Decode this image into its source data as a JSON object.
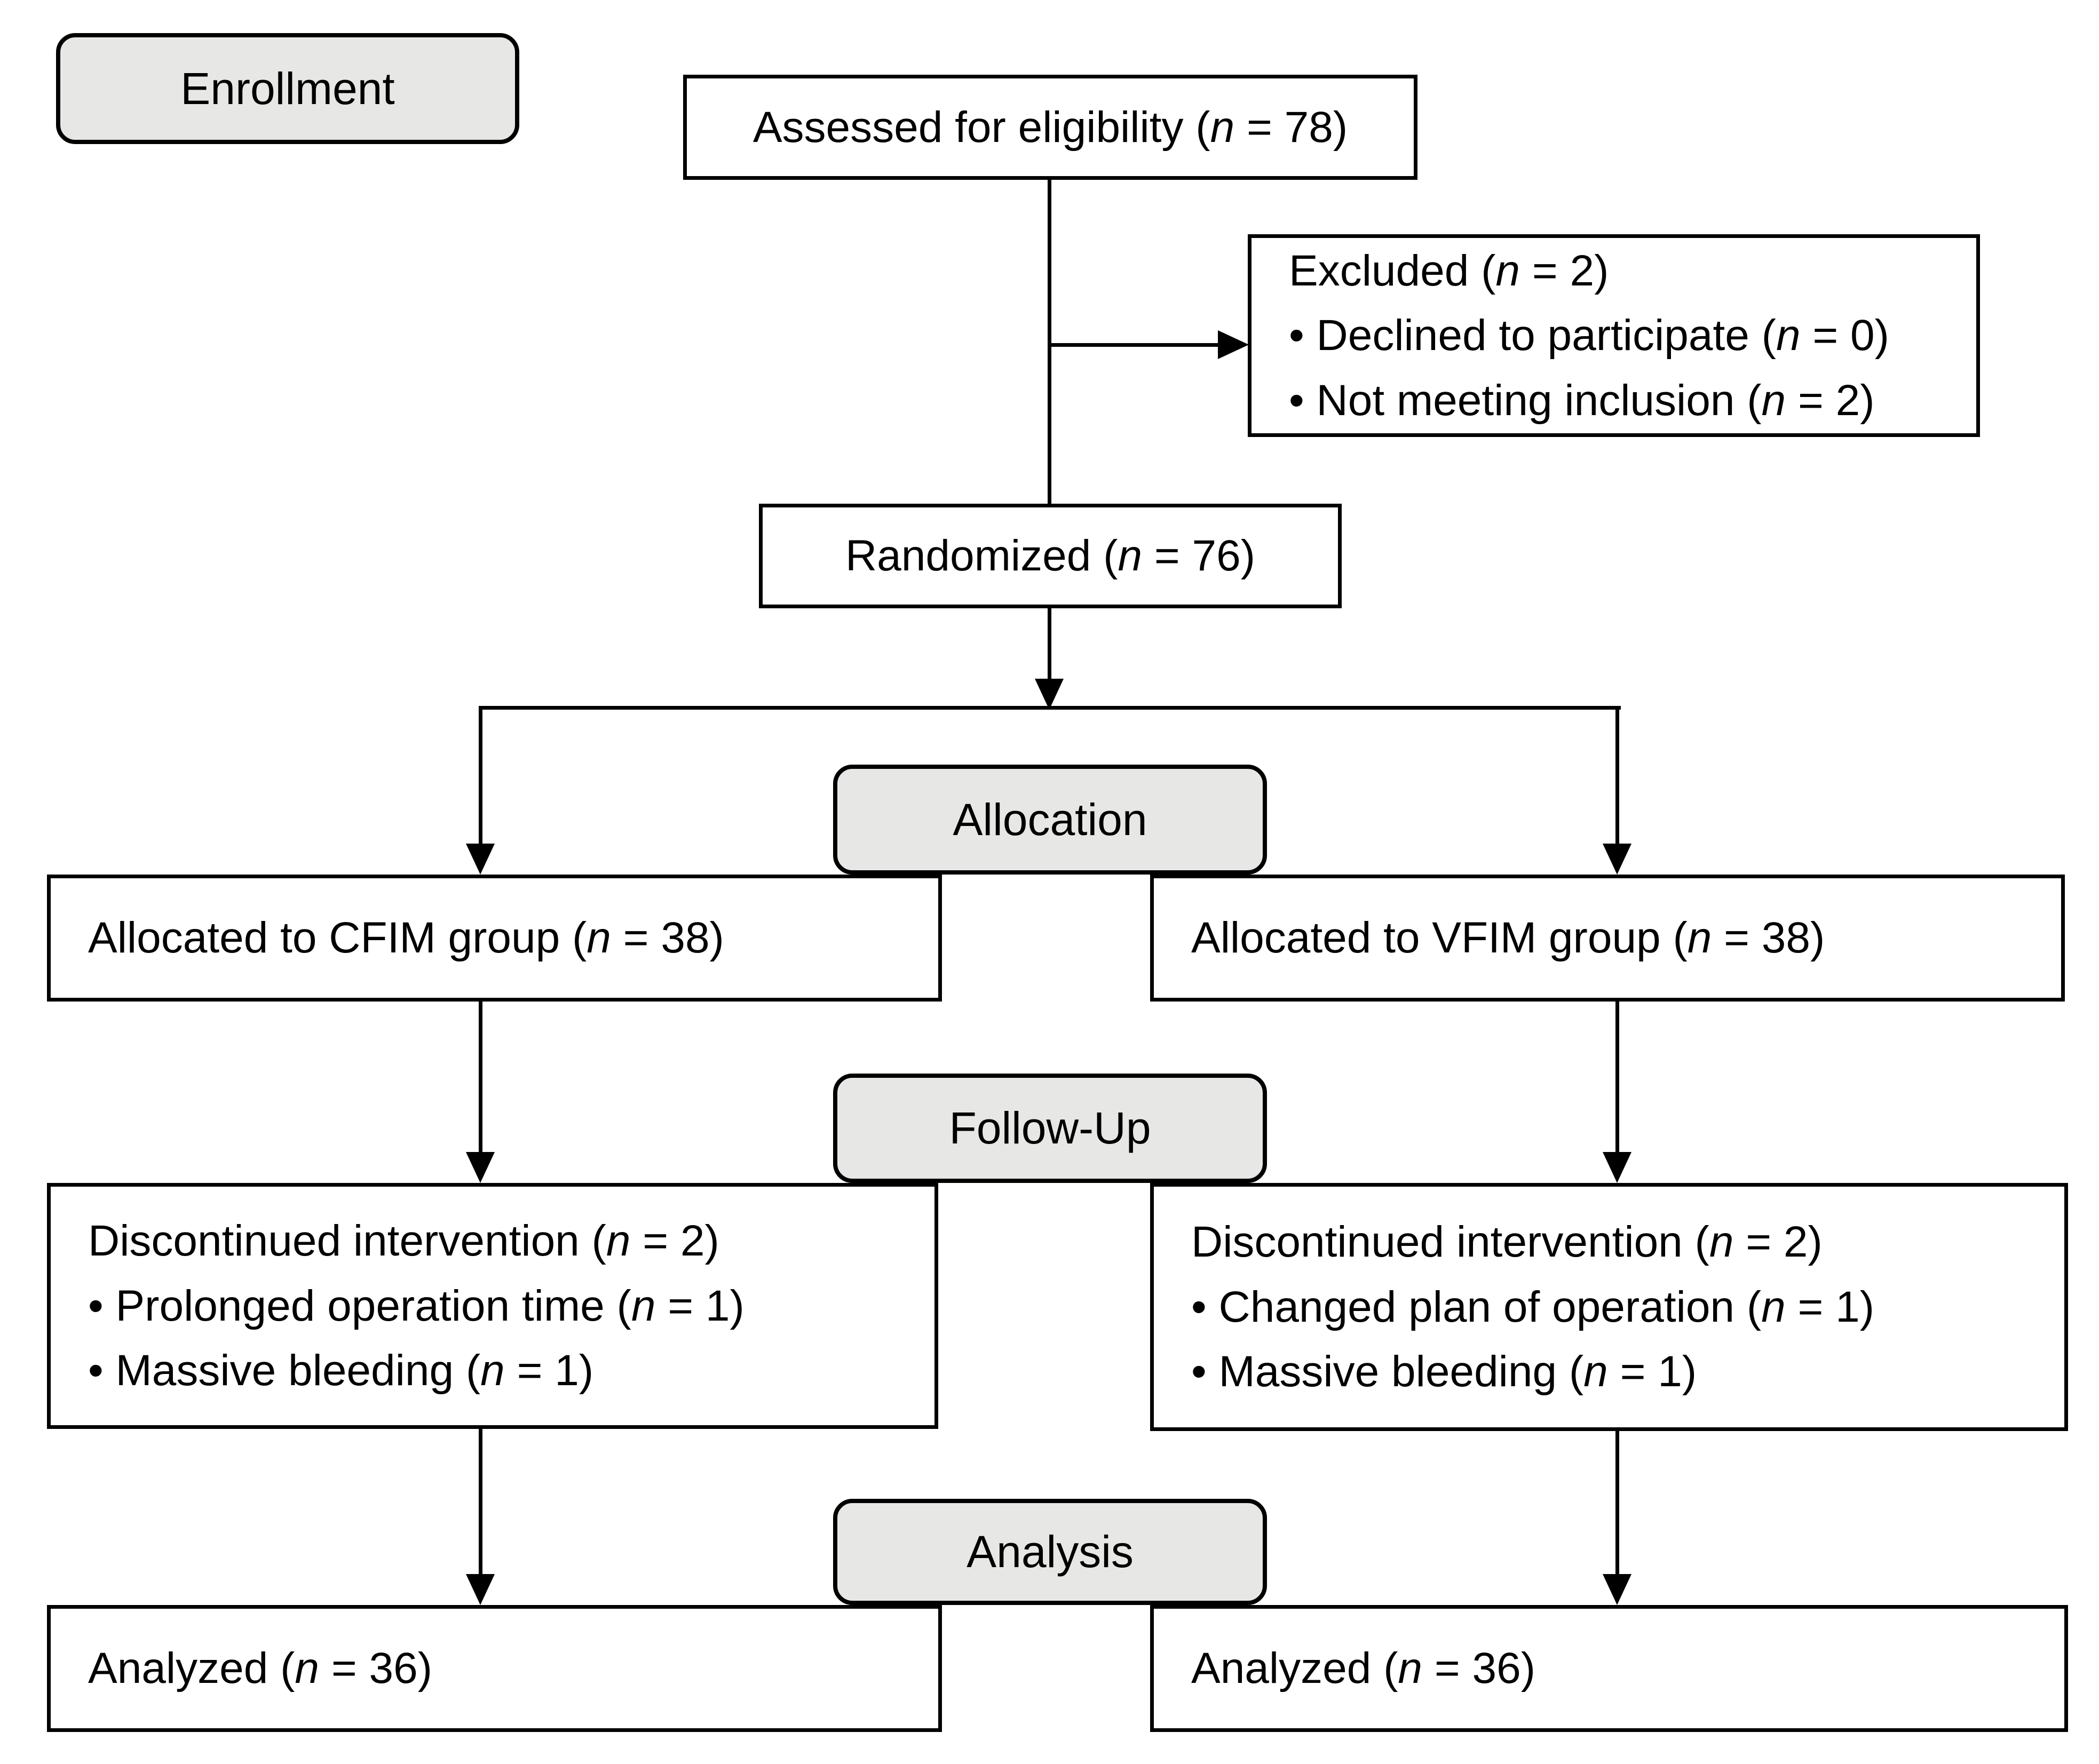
{
  "figure": {
    "stages": {
      "enrollment": "Enrollment",
      "allocation": "Allocation",
      "followup": "Follow-Up",
      "analysis": "Analysis"
    },
    "nodes": {
      "assessed": "Assessed for eligibility (n = 78)",
      "excluded_title": "Excluded (n = 2)",
      "excluded_items": [
        "• Declined to participate (n = 0)",
        "• Not meeting inclusion (n = 2)"
      ],
      "randomized": "Randomized (n = 76)",
      "allocated_cfim": "Allocated to CFIM group (n = 38)",
      "allocated_vfim": "Allocated to VFIM group (n = 38)",
      "discontinued_cfim_title": "Discontinued intervention (n = 2)",
      "discontinued_cfim_items": [
        "• Prolonged operation time (n = 1)",
        "• Massive bleeding (n = 1)"
      ],
      "discontinued_vfim_title": "Discontinued intervention (n = 2)",
      "discontinued_vfim_items": [
        "• Changed plan of operation (n = 1)",
        "• Massive bleeding (n = 1)"
      ],
      "analyzed_cfim": "Analyzed (n = 36)",
      "analyzed_vfim": "Analyzed (n = 36)"
    },
    "colors": {
      "stage_fill": "#e7e7e5",
      "node_fill": "#ffffff",
      "stroke": "#000000",
      "background": "#ffffff"
    }
  }
}
